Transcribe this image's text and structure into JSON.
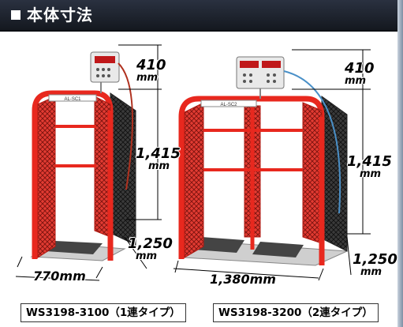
{
  "header": {
    "title": "本体寸法"
  },
  "left_unit": {
    "height_top": {
      "value": "410",
      "unit": "mm"
    },
    "height_main": {
      "value": "1,415",
      "unit": "mm"
    },
    "depth": {
      "value": "1,250",
      "unit": "mm"
    },
    "width": {
      "value": "770mm"
    },
    "panel_label": "AL-SC1",
    "caption": "WS3198-3100（1連タイプ）"
  },
  "right_unit": {
    "height_top": {
      "value": "410",
      "unit": "mm"
    },
    "height_main": {
      "value": "1,415",
      "unit": "mm"
    },
    "depth": {
      "value": "1,250",
      "unit": "mm"
    },
    "width": {
      "value": "1,380mm"
    },
    "panel_label": "AL-SC2",
    "caption": "WS3198-3200（2連タイプ）"
  },
  "colors": {
    "frame_red": "#e8281e",
    "mesh_dark": "#2a2a2a",
    "header_bg": "#1c212b"
  }
}
